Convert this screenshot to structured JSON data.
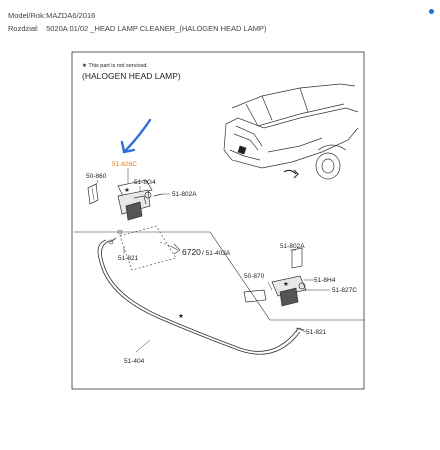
{
  "header": {
    "model_label": "Model/Rok:",
    "model_value": "MAZDA6/2016",
    "section_label": "Rozdział:",
    "section_value": "5020A 01/02 _HEAD LAMP CLEANER_(HALOGEN HEAD LAMP)"
  },
  "diagram": {
    "note": "★ This part is not serviced.",
    "subtitle": "(HALOGEN HEAD LAMP)",
    "parts": {
      "p51_826c": "51-826C",
      "p50_860": "50-860",
      "p51_8g4": "51-8G4",
      "p51_802a_top": "51-802A",
      "p6720": "6720",
      "p51_403a": "/ 51-403A",
      "p51_821_left": "51-821",
      "p51_802a_right": "51-802A",
      "p50_870": "50-870",
      "p51_8h4": "51-8H4",
      "p51_827c": "51-827C",
      "p51_821_right": "51-821",
      "p51_404": "51-404"
    },
    "colors": {
      "highlight_arrow": "#2f6fd6",
      "highlight_label": "#e07b1a",
      "line": "#333333"
    }
  }
}
